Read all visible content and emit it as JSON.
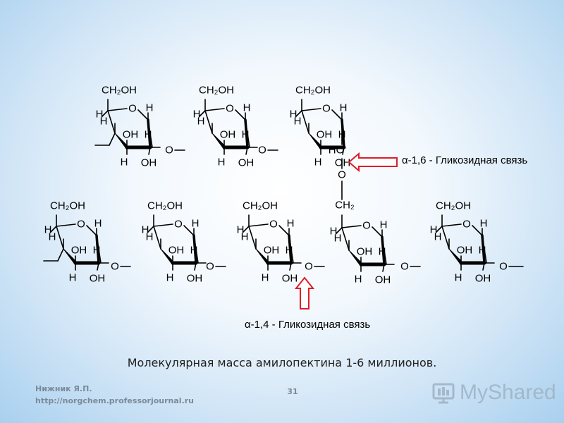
{
  "diagram": {
    "labels": {
      "ch2oh": "CH₂OH",
      "ch2": "CH₂",
      "o": "O",
      "h": "H",
      "oh": "OH",
      "ho": "HO"
    },
    "annotations": {
      "alpha16": "α-1,6 - Гликозидная  связь",
      "alpha14": "α-1,4 - Гликозидная  связь"
    }
  },
  "caption": "Молекулярная масса амилопектина 1-6 миллионов.",
  "footer": {
    "author": "Нижник Я.П.",
    "url": "http://norgchem.professorjournal.ru",
    "page_number": "31",
    "watermark": "MyShared"
  },
  "colors": {
    "arrow": "#d9202a",
    "bonds": "#000000"
  }
}
